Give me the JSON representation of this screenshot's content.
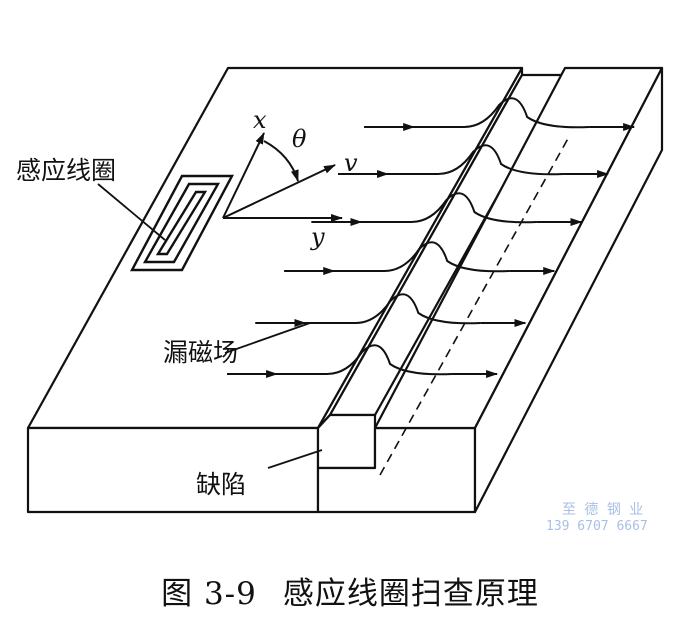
{
  "labels": {
    "coil": "感应线圈",
    "leakage_field": "漏磁场",
    "defect": "缺陷"
  },
  "axes": {
    "x": "x",
    "y": "y",
    "v": "v",
    "theta": "θ"
  },
  "caption": {
    "number": "图 3-9",
    "title": "感应线圈扫查原理"
  },
  "watermark": {
    "company": "至 德 钢 业",
    "phone": "139 6707 6667"
  },
  "colors": {
    "line": "#111111",
    "watermark": "#a9bfe6",
    "background": "#ffffff"
  }
}
